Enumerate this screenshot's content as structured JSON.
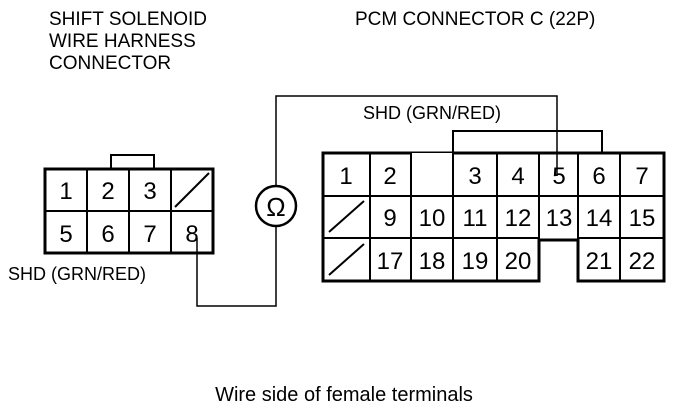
{
  "left_connector": {
    "title_lines": [
      "SHIFT SOLENOID",
      "WIRE HARNESS",
      "CONNECTOR"
    ],
    "rows": [
      [
        "1",
        "2",
        "3",
        ""
      ],
      [
        "5",
        "6",
        "7",
        "8"
      ]
    ],
    "wire_label": "SHD (GRN/RED)"
  },
  "right_connector": {
    "title": "PCM CONNECTOR C (22P)",
    "row1": [
      "1",
      "2",
      "",
      "3",
      "4",
      "5",
      "6",
      "7"
    ],
    "row2": [
      "",
      "9",
      "10",
      "11",
      "12",
      "13",
      "14",
      "15"
    ],
    "row3": [
      "",
      "17",
      "18",
      "19",
      "20",
      "",
      "21",
      "22"
    ],
    "wire_label": "SHD (GRN/RED)"
  },
  "meter": {
    "symbol": "Ω"
  },
  "footer": "Wire side of female terminals"
}
